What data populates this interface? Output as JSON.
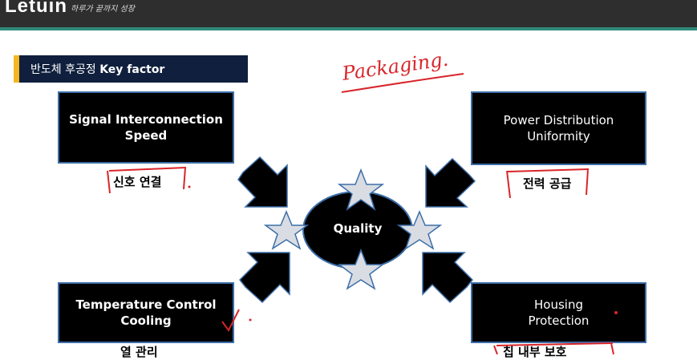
{
  "header": {
    "brand": "Letuin",
    "tagline": "하루가 끝까지 성장"
  },
  "section": {
    "title_kr": "반도체 후공정 ",
    "title_en": "Key factor"
  },
  "factors": [
    {
      "label": "Signal Interconnection\nSpeed",
      "caption": "신호 연결"
    },
    {
      "label": "Power Distribution\nUniformity",
      "caption": "전력 공급"
    },
    {
      "label": "Temperature Control\nCooling",
      "caption": "열 관리"
    },
    {
      "label": "Housing\nProtection",
      "caption": "칩 내부 보호"
    }
  ],
  "center": {
    "label": "Quality"
  },
  "handwriting": {
    "note": "Packaging."
  },
  "colors": {
    "box_fill": "#000000",
    "box_border": "#3c6ea8",
    "accent": "#f2b722",
    "ink": "#d9252a",
    "header": "#2e2e2e",
    "divider": "#2f8a78"
  }
}
